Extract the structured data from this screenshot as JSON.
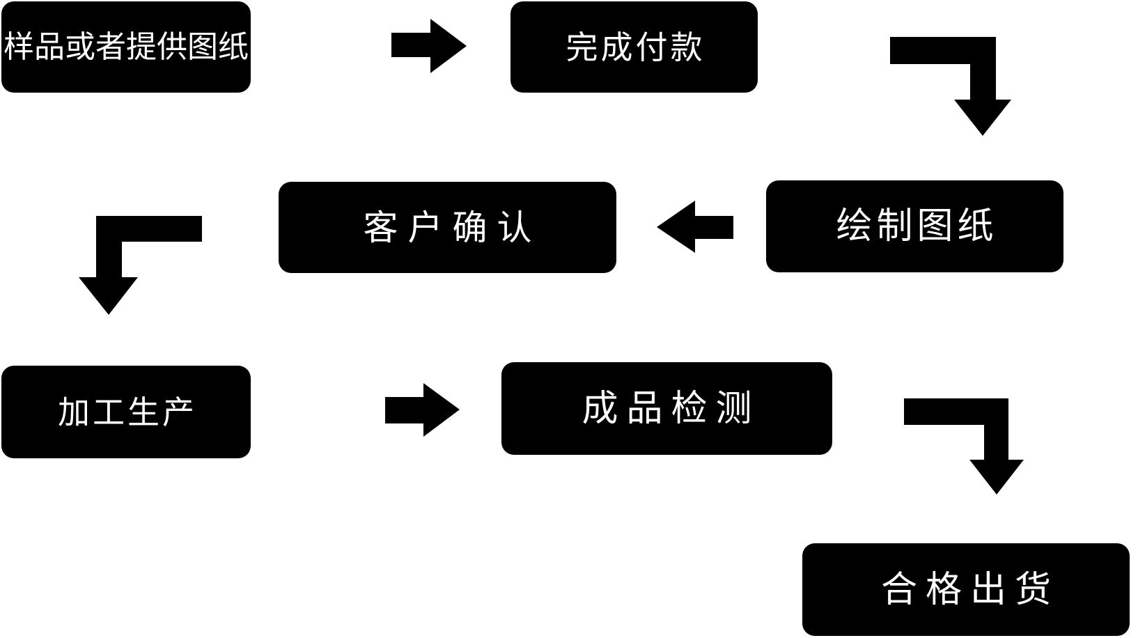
{
  "diagram": {
    "title": "production-process-flowchart",
    "colors": {
      "background": "#ffffff",
      "node_fill": "#000000",
      "node_text": "#ffffff",
      "arrow_fill": "#000000"
    },
    "nodes": [
      {
        "id": "sample",
        "label": "样品或者提供图纸"
      },
      {
        "id": "payment",
        "label": "完成付款"
      },
      {
        "id": "draw",
        "label": "绘制图纸"
      },
      {
        "id": "confirm",
        "label": "客户确认"
      },
      {
        "id": "production",
        "label": "加工生产"
      },
      {
        "id": "inspection",
        "label": "成品检测"
      },
      {
        "id": "shipment",
        "label": "合格出货"
      }
    ],
    "edges": [
      {
        "from": "样品或者提供图纸",
        "to": "完成付款",
        "shape": "right-arrow"
      },
      {
        "from": "完成付款",
        "to": "绘制图纸",
        "shape": "elbow-right-down-arrow"
      },
      {
        "from": "绘制图纸",
        "to": "客户确认",
        "shape": "left-arrow"
      },
      {
        "from": "客户确认",
        "to": "加工生产",
        "shape": "elbow-left-down-arrow"
      },
      {
        "from": "加工生产",
        "to": "成品检测",
        "shape": "right-arrow"
      },
      {
        "from": "成品检测",
        "to": "合格出货",
        "shape": "elbow-right-down-arrow"
      }
    ]
  }
}
